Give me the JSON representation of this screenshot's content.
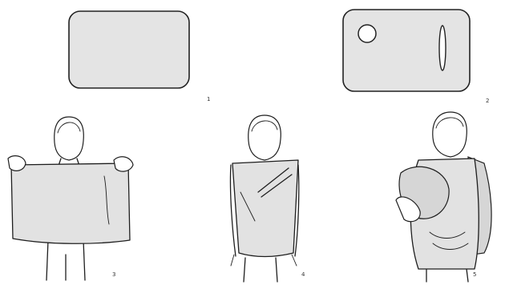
{
  "steps": [
    {
      "number": "1"
    },
    {
      "number": "2"
    },
    {
      "number": "3"
    },
    {
      "number": "4"
    },
    {
      "number": "5"
    }
  ],
  "colors": {
    "fabric": "#e4e4e4",
    "outline": "#1e1e1e",
    "background": "#ffffff"
  }
}
